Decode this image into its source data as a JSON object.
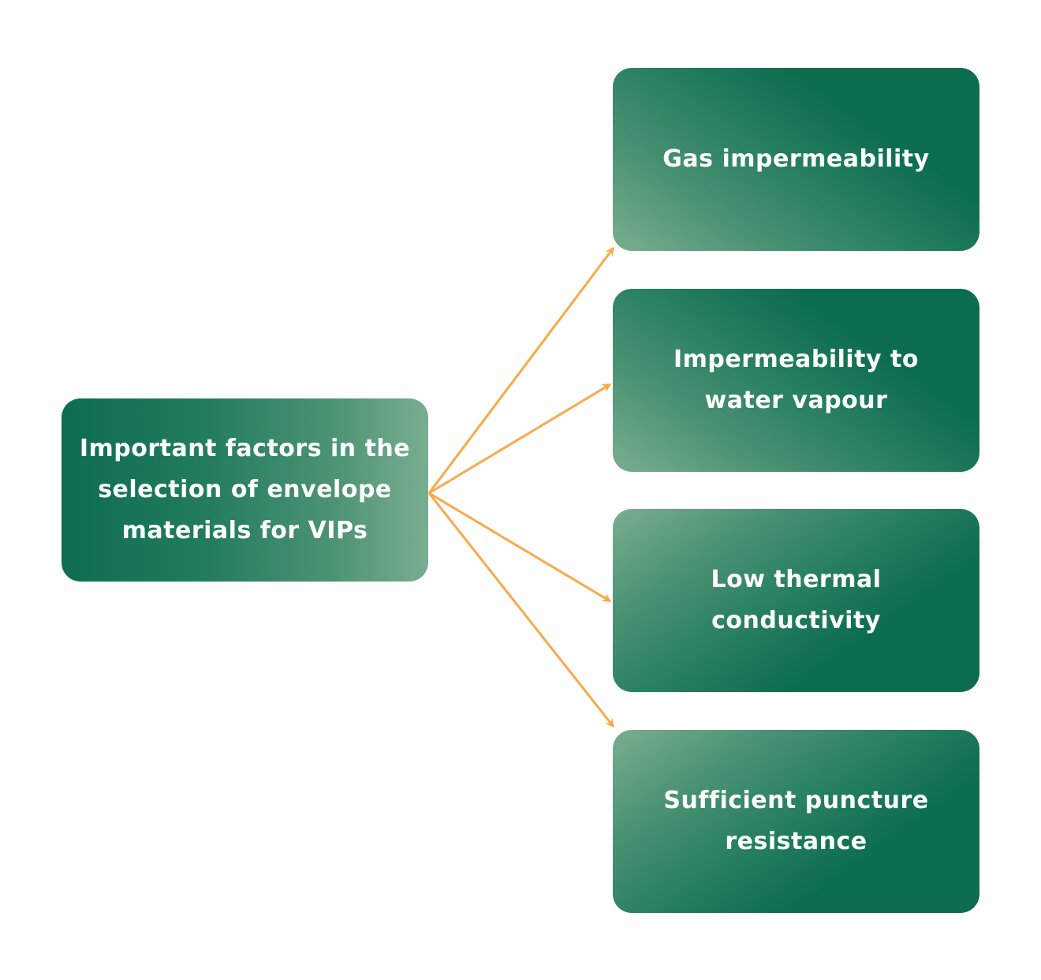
{
  "diagram": {
    "source": {
      "lines": [
        "Important factors in the",
        "selection of envelope",
        "materials for VIPs"
      ]
    },
    "targets": [
      {
        "lines": [
          "Gas impermeability"
        ]
      },
      {
        "lines": [
          "Impermeability to",
          "water vapour"
        ]
      },
      {
        "lines": [
          "Low thermal",
          "conductivity"
        ]
      },
      {
        "lines": [
          "Sufficient puncture",
          "resistance"
        ]
      }
    ],
    "colors": {
      "box_dark": "#0c6d4e",
      "box_light": "#7aae90",
      "arrow": "#f9a94b",
      "text": "#ffffff",
      "background": "#fefefe"
    }
  }
}
